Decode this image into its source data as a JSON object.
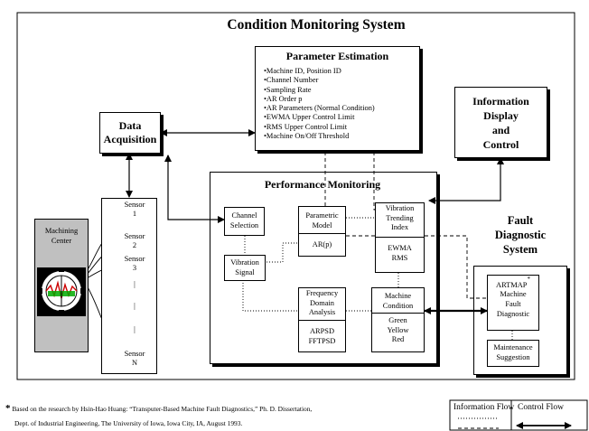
{
  "title": "Condition Monitoring System",
  "parameter_estimation": {
    "title": "Parameter Estimation",
    "items": [
      "•Machine ID, Position ID",
      "•Channel Number",
      "•Sampling Rate",
      "•AR Order p",
      "•AR Parameters (Normal Condition)",
      "•EWMA Upper Control Limit",
      "•RMS Upper Control Limit",
      "•Machine On/Off Threshold"
    ]
  },
  "data_acquisition": {
    "line1": "Data",
    "line2": "Acquisition"
  },
  "information_display": {
    "line1": "Information",
    "line2": "Display",
    "line3": "and",
    "line4": "Control"
  },
  "performance_monitoring": {
    "title": "Performance Monitoring"
  },
  "channel_selection": {
    "line1": "Channel",
    "line2": "Selection"
  },
  "parametric_model": {
    "line1": "Parametric",
    "line2": "Model",
    "sub": "AR(p)"
  },
  "vibration_trending": {
    "line1": "Vibration",
    "line2": "Trending",
    "line3": "Index",
    "sub1": "EWMA",
    "sub2": "RMS"
  },
  "vibration_signal": {
    "line1": "Vibration",
    "line2": "Signal"
  },
  "frequency_domain": {
    "line1": "Frequency",
    "line2": "Domain",
    "line3": "Analysis",
    "sub1": "ARPSD",
    "sub2": "FFTPSD"
  },
  "machine_condition": {
    "line1": "Machine",
    "line2": "Condition",
    "sub1": "Green",
    "sub2": "Yellow",
    "sub3": "Red"
  },
  "fault_diagnostic": {
    "line1": "Fault",
    "line2": "Diagnostic",
    "line3": "System"
  },
  "artmap": {
    "line1": "ARTMAP",
    "star": "*",
    "line2": "Machine",
    "line3": "Fault",
    "line4": "Diagnostic"
  },
  "maintenance": {
    "line1": "Maintenance",
    "line2": "Suggestion"
  },
  "machining_center": {
    "line1": "Machining",
    "line2": "Center"
  },
  "sensors": [
    {
      "label": "Sensor",
      "num": "1"
    },
    {
      "label": "Sensor",
      "num": "2"
    },
    {
      "label": "Sensor",
      "num": "3"
    },
    {
      "label": "|",
      "num": ""
    },
    {
      "label": "|",
      "num": ""
    },
    {
      "label": "|",
      "num": ""
    },
    {
      "label": "Sensor",
      "num": "N"
    }
  ],
  "legend": {
    "info_flow": "Information Flow",
    "control_flow": "Control Flow"
  },
  "footnote": {
    "mark": "*",
    "line1": "Based on the research by Hsin-Hao Huang: “Transputer-Based Machine Fault Diagnostics,” Ph. D. Dissertation,",
    "line2": "Dept. of Industrial Engineering, The University of Iowa, Iowa City, IA, August 1993."
  }
}
